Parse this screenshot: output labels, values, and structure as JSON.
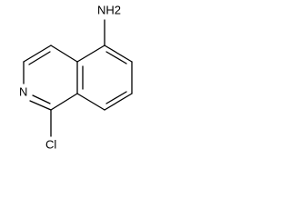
{
  "structure": {
    "atoms": {
      "amine": "NH2",
      "ring_nitrogen": "N",
      "chlorine": "Cl"
    }
  }
}
